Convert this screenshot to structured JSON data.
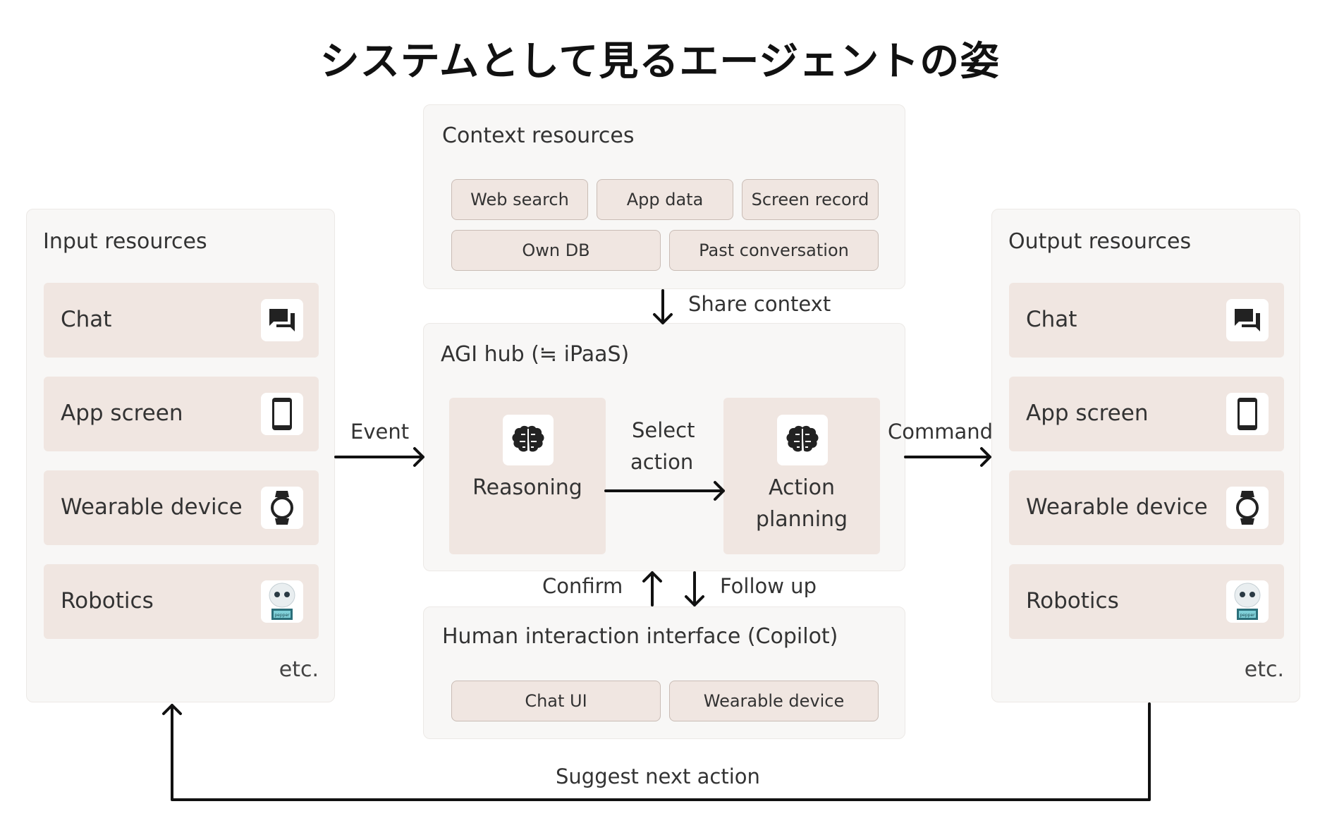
{
  "title": "システムとして見るエージェントの姿",
  "input": {
    "title": "Input resources",
    "items": [
      {
        "label": "Chat",
        "icon": "chat-icon"
      },
      {
        "label": "App screen",
        "icon": "phone-icon"
      },
      {
        "label": "Wearable device",
        "icon": "watch-icon"
      },
      {
        "label": "Robotics",
        "icon": "robot-icon"
      }
    ],
    "etc": "etc."
  },
  "output": {
    "title": "Output resources",
    "items": [
      {
        "label": "Chat",
        "icon": "chat-icon"
      },
      {
        "label": "App screen",
        "icon": "phone-icon"
      },
      {
        "label": "Wearable device",
        "icon": "watch-icon"
      },
      {
        "label": "Robotics",
        "icon": "robot-icon"
      }
    ],
    "etc": "etc."
  },
  "context": {
    "title": "Context resources",
    "chips": [
      "Web search",
      "App data",
      "Screen record",
      "Own DB",
      "Past conversation"
    ]
  },
  "hub": {
    "title": "AGI hub (≒ iPaaS)",
    "reasoning": "Reasoning",
    "action_line1": "Action",
    "action_line2": "planning",
    "select_line1": "Select",
    "select_line2": "action"
  },
  "human": {
    "title": "Human interaction interface (Copilot)",
    "chips": [
      "Chat UI",
      "Wearable device"
    ]
  },
  "labels": {
    "event": "Event",
    "command": "Command",
    "share_context": "Share context",
    "confirm": "Confirm",
    "follow_up": "Follow up",
    "suggest": "Suggest next action"
  },
  "robot_caption": "pepper"
}
